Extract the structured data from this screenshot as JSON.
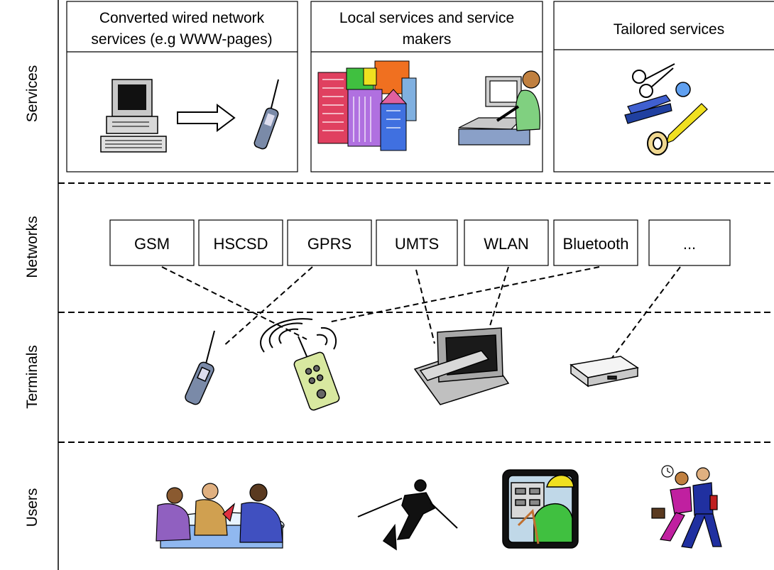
{
  "rows": [
    {
      "key": "services",
      "label": "Services"
    },
    {
      "key": "networks",
      "label": "Networks"
    },
    {
      "key": "terminals",
      "label": "Terminals"
    },
    {
      "key": "users",
      "label": "Users"
    }
  ],
  "services": [
    {
      "key": "converted",
      "lines": [
        "Converted wired network",
        "services (e.g WWW-pages)"
      ],
      "icons": [
        "desktop-computer-icon",
        "arrow-right-icon",
        "mobile-phone-icon"
      ]
    },
    {
      "key": "local",
      "lines": [
        "Local services and service",
        "makers"
      ],
      "icons": [
        "office-buildings-icon",
        "person-at-laptop-icon"
      ]
    },
    {
      "key": "tailored",
      "lines": [
        "Tailored services"
      ],
      "icons": [
        "scissors-icon",
        "stapler-icon",
        "pencil-icon",
        "tape-icon"
      ]
    }
  ],
  "networks": [
    "GSM",
    "HSCSD",
    "GPRS",
    "UMTS",
    "WLAN",
    "Bluetooth",
    "..."
  ],
  "terminals": [
    "mobile-phone-icon",
    "wireless-handset-icon",
    "laptop-icon",
    "modem-device-icon"
  ],
  "users": [
    "business-meeting-icon",
    "skier-icon",
    "electrician-icon",
    "commuters-icon"
  ],
  "colors": {
    "line": "#000000",
    "building_purple": "#b070e0",
    "building_red": "#e04060",
    "building_blue": "#4070e0",
    "person_green": "#40c040"
  }
}
